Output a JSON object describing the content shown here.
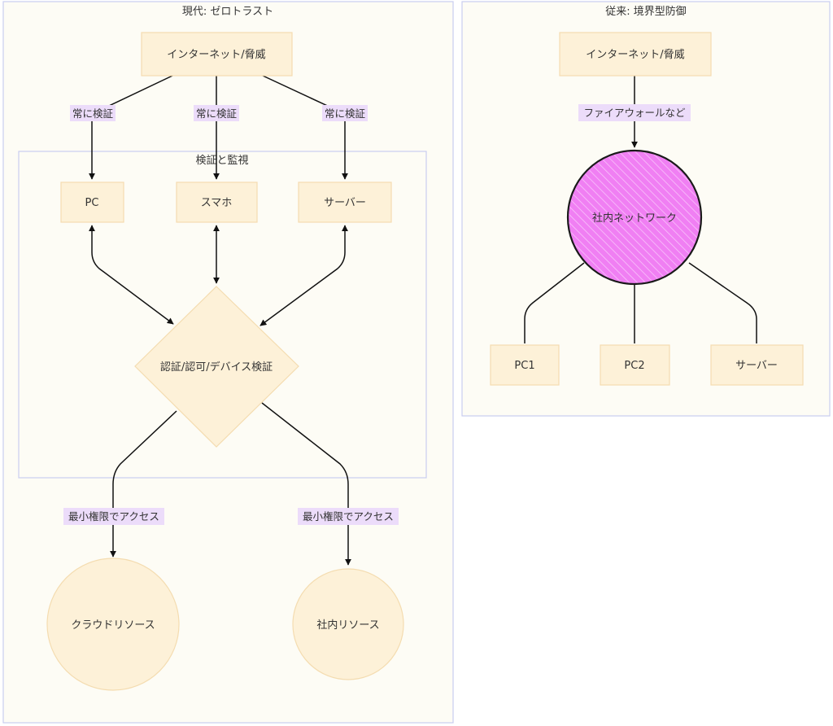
{
  "zerotrust": {
    "title": "現代: ゼロトラスト",
    "inner_title": "検証と監視",
    "internet": "インターネット/脅威",
    "pc": "PC",
    "smartphone": "スマホ",
    "server": "サーバー",
    "auth": "認証/認可/デバイス検証",
    "cloud": "クラウドリソース",
    "internal": "社内リソース",
    "edge_verify_1": "常に検証",
    "edge_verify_2": "常に検証",
    "edge_verify_3": "常に検証",
    "edge_access_1": "最小権限でアクセス",
    "edge_access_2": "最小権限でアクセス"
  },
  "perimeter": {
    "title": "従来: 境界型防御",
    "internet": "インターネット/脅威",
    "edge_firewall": "ファイアウォールなど",
    "network": "社内ネットワーク",
    "pc1": "PC1",
    "pc2": "PC2",
    "server": "サーバー"
  },
  "colors": {
    "background": "#fdfcf5",
    "subgraph_border": "#c9cdf0",
    "node_fill": "#fdf1d8",
    "node_border": "#f4dcb0",
    "label_bg": "#ecdcfa",
    "network_fill": "#f07ff3",
    "line": "#111111"
  }
}
